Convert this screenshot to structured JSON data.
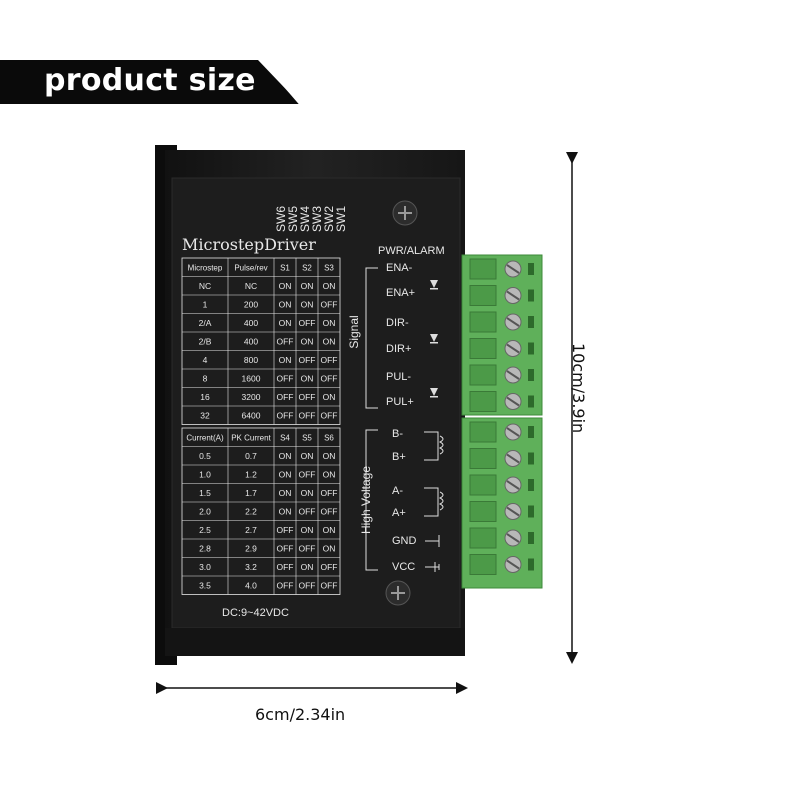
{
  "banner": {
    "title": "product size"
  },
  "device": {
    "brand": "MicrostepDriver",
    "switch_labels": [
      "SW6",
      "SW5",
      "SW4",
      "SW3",
      "SW2",
      "SW1"
    ],
    "pwr_alarm": "PWR/ALARM",
    "signal_group": "Signal",
    "high_voltage_group": "High Voltage",
    "signal_terminals": [
      "ENA-",
      "ENA+",
      "DIR-",
      "DIR+",
      "PUL-",
      "PUL+"
    ],
    "power_terminals": [
      "B-",
      "B+",
      "A-",
      "A+",
      "GND",
      "VCC"
    ],
    "voltage_rating": "DC:9~42VDC",
    "microstep_table": {
      "headers": [
        "Microstep",
        "Pulse/rev",
        "S1",
        "S2",
        "S3"
      ],
      "rows": [
        [
          "NC",
          "NC",
          "ON",
          "ON",
          "ON"
        ],
        [
          "1",
          "200",
          "ON",
          "ON",
          "OFF"
        ],
        [
          "2/A",
          "400",
          "ON",
          "OFF",
          "ON"
        ],
        [
          "2/B",
          "400",
          "OFF",
          "ON",
          "ON"
        ],
        [
          "4",
          "800",
          "ON",
          "OFF",
          "OFF"
        ],
        [
          "8",
          "1600",
          "OFF",
          "ON",
          "OFF"
        ],
        [
          "16",
          "3200",
          "OFF",
          "OFF",
          "ON"
        ],
        [
          "32",
          "6400",
          "OFF",
          "OFF",
          "OFF"
        ]
      ]
    },
    "current_table": {
      "headers": [
        "Current(A)",
        "PK Current",
        "S4",
        "S5",
        "S6"
      ],
      "rows": [
        [
          "0.5",
          "0.7",
          "ON",
          "ON",
          "ON"
        ],
        [
          "1.0",
          "1.2",
          "ON",
          "OFF",
          "ON"
        ],
        [
          "1.5",
          "1.7",
          "ON",
          "ON",
          "OFF"
        ],
        [
          "2.0",
          "2.2",
          "ON",
          "OFF",
          "OFF"
        ],
        [
          "2.5",
          "2.7",
          "OFF",
          "ON",
          "ON"
        ],
        [
          "2.8",
          "2.9",
          "OFF",
          "OFF",
          "ON"
        ],
        [
          "3.0",
          "3.2",
          "OFF",
          "ON",
          "OFF"
        ],
        [
          "3.5",
          "4.0",
          "OFF",
          "OFF",
          "OFF"
        ]
      ]
    }
  },
  "dimensions": {
    "width": "6cm/2.34in",
    "height": "10cm/3.9in"
  },
  "colors": {
    "body": "#1b1b1b",
    "terminal": "#5fb05a",
    "banner": "#0a0a0a",
    "print": "#e8e8e8"
  }
}
